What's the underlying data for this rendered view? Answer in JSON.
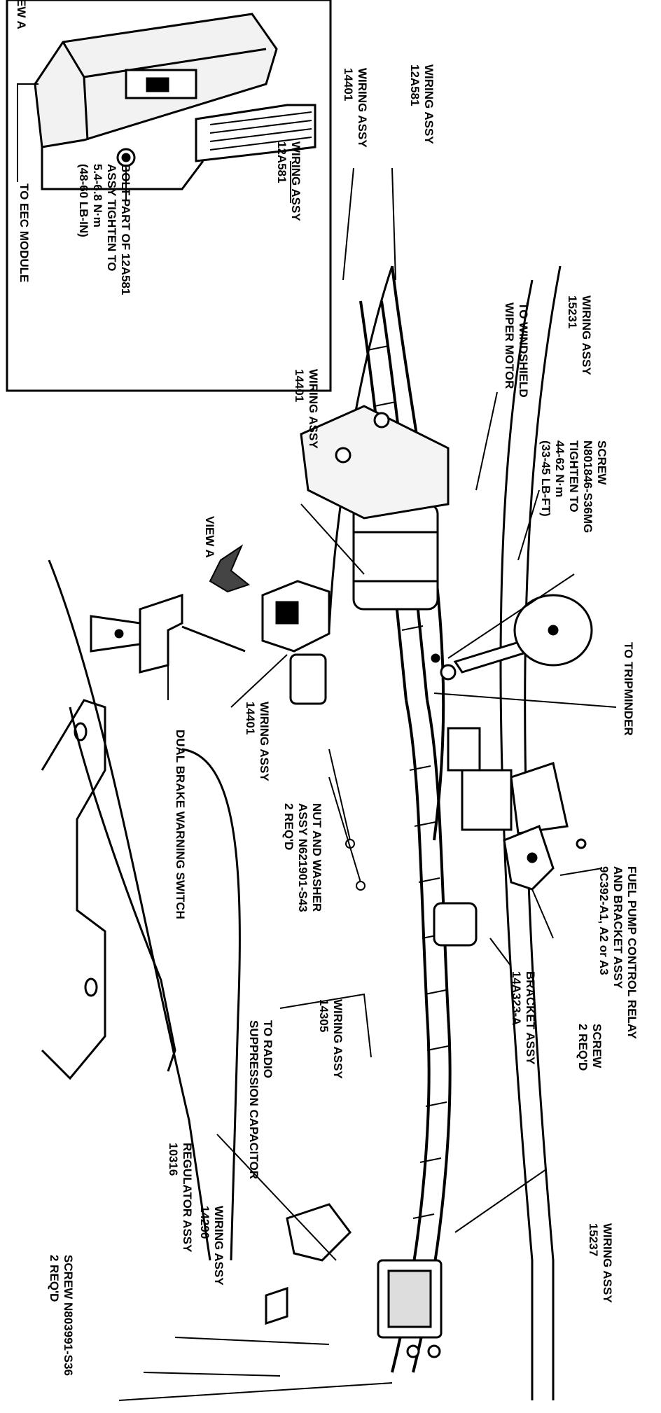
{
  "inset": {
    "title": "VIEW A",
    "wiring_12a581": [
      "WIRING ASSY",
      "12A581"
    ],
    "bolt_note": [
      "BOLT PART OF 12A581",
      "ASSY TIGHTEN TO",
      "5.4-6.8 N·m",
      "(48-60 LB-IN)"
    ],
    "to_eec": "TO EEC MODULE"
  },
  "labels": {
    "wiring_14401_top": [
      "WIRING ASSY",
      "14401"
    ],
    "wiring_12a581_top": [
      "WIRING ASSY",
      "12A581"
    ],
    "wiper_motor": [
      "TO WINDSHIELD",
      "WIPER MOTOR"
    ],
    "wiring_15231": [
      "WIRING ASSY",
      "15231"
    ],
    "screw_n801846": [
      "SCREW",
      "N801846-S36MG",
      "TIGHTEN TO",
      "44-62 N·m",
      "(33-45 LB-FT)"
    ],
    "wiring_14401_mid": [
      "WIRING ASSY",
      "14401"
    ],
    "view_a_arrow": "VIEW A",
    "to_tripminder": "TO TRIPMINDER",
    "dual_brake": "DUAL BRAKE WARNING SWITCH",
    "wiring_14401_low": [
      "WIRING ASSY",
      "14401"
    ],
    "nut_washer": [
      "NUT AND WASHER",
      "ASSY N621901-S43",
      "2 REQ'D"
    ],
    "fuel_pump_relay": [
      "FUEL PUMP CONTROL RELAY",
      "AND BRACKET ASSY",
      "9C392-A1, A2 or A3"
    ],
    "bracket_assy": [
      "BRACKET ASSY",
      "14A323-A"
    ],
    "screw_2req": [
      "SCREW",
      "2 REQ'D"
    ],
    "wiring_14305": [
      "WIRING ASSY",
      "14305"
    ],
    "radio_supp": [
      "TO RADIO",
      "SUPPRESSION CAPACITOR"
    ],
    "regulator": [
      "REGULATOR ASSY",
      "10316"
    ],
    "wiring_14290": [
      "WIRING ASSY",
      "14290"
    ],
    "screw_n803991": [
      "SCREW N803991-S36",
      "2 REQ'D"
    ],
    "wiring_15237": [
      "WIRING ASSY",
      "15237"
    ]
  }
}
